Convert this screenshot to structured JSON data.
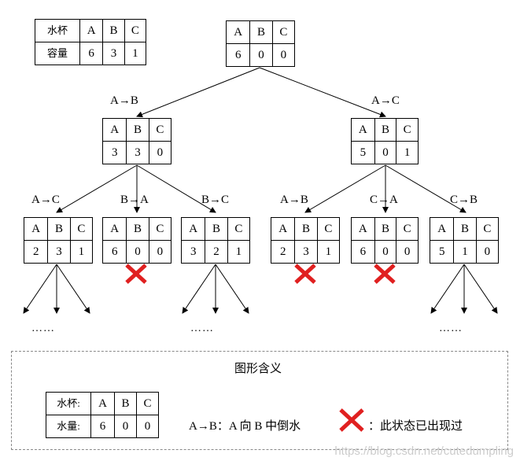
{
  "capacity_table": {
    "h0": "水杯",
    "h1": "A",
    "h2": "B",
    "h3": "C",
    "v0": "容量",
    "v1": "6",
    "v2": "3",
    "v3": "1"
  },
  "nodes": {
    "root": {
      "a": "6",
      "b": "0",
      "c": "0"
    },
    "l1_left": {
      "label": "A→B",
      "a": "3",
      "b": "3",
      "c": "0"
    },
    "l1_right": {
      "label": "A→C",
      "a": "5",
      "b": "0",
      "c": "1"
    },
    "l2_1": {
      "label": "A→C",
      "a": "2",
      "b": "3",
      "c": "1"
    },
    "l2_2": {
      "label": "B→A",
      "a": "6",
      "b": "0",
      "c": "0"
    },
    "l2_3": {
      "label": "B→C",
      "a": "3",
      "b": "2",
      "c": "1"
    },
    "l2_4": {
      "label": "A→B",
      "a": "2",
      "b": "3",
      "c": "1"
    },
    "l2_5": {
      "label": "C→A",
      "a": "6",
      "b": "0",
      "c": "0"
    },
    "l2_6": {
      "label": "C→B",
      "a": "5",
      "b": "1",
      "c": "0"
    }
  },
  "col_headers": {
    "a": "A",
    "b": "B",
    "c": "C"
  },
  "ellipsis": "……",
  "legend": {
    "title": "图形含义",
    "table": {
      "h0": "水杯:",
      "h1": "A",
      "h2": "B",
      "h3": "C",
      "v0": "水量:",
      "v1": "6",
      "v2": "0",
      "v3": "0"
    },
    "pour_text": "A→B：A 向 B 中倒水",
    "repeat_text": "：此状态已出现过"
  },
  "watermark": "https://blog.csdn.net/cutedumpling",
  "colors": {
    "cross": "#e02020",
    "line": "#000000"
  }
}
